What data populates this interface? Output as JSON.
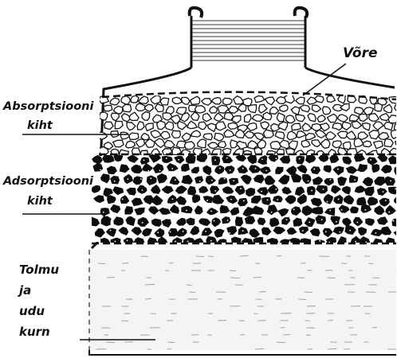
{
  "labels": {
    "grid": "Võre",
    "absorption": {
      "line1": "Absorptsiooni",
      "line2": "kiht"
    },
    "adsorption": {
      "line1": "Adsorptsiooni",
      "line2": "kiht"
    },
    "filter": {
      "line1": "Tolmu",
      "line2": "ja",
      "line3": "udu",
      "line4": "kurn"
    }
  },
  "colors": {
    "ink": "#111111",
    "paper": "#ffffff",
    "filter_fill": "#f4f4f2"
  }
}
